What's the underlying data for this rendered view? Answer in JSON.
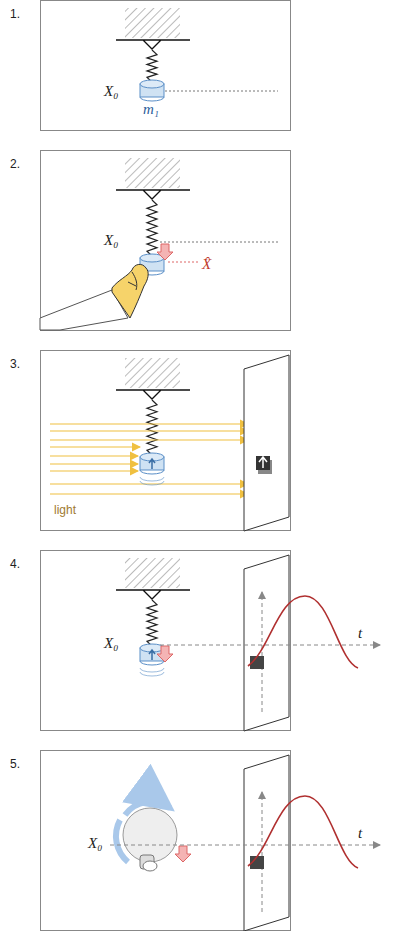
{
  "diagram": {
    "labels": [
      "1.",
      "X₀",
      "m₁",
      "2.",
      "X₀",
      "X̂",
      "3.",
      "light",
      "4.",
      "X₀",
      "t",
      "5.",
      "X₀",
      "t"
    ]
  }
}
